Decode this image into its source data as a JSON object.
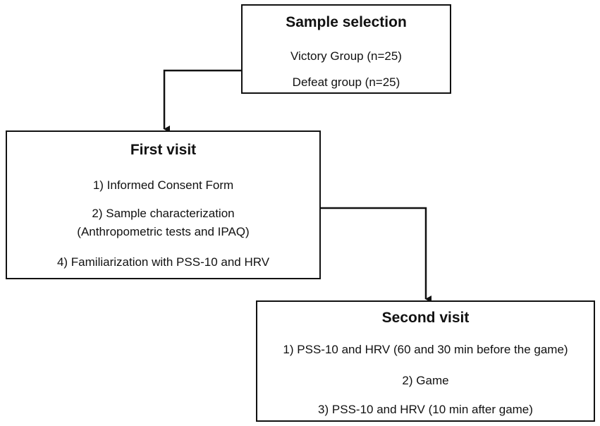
{
  "sample_selection": {
    "title": "Sample selection",
    "lines": [
      "Victory Group (n=25)",
      "Defeat group (n=25)"
    ]
  },
  "first_visit": {
    "title": "First visit",
    "lines": [
      "1) Informed Consent Form",
      "2) Sample characterization",
      "(Anthropometric tests and IPAQ)",
      "4) Familiarization with PSS-10 and HRV"
    ]
  },
  "second_visit": {
    "title": "Second visit",
    "lines": [
      "1) PSS-10 and HRV (60 and 30 min before the game)",
      "2) Game",
      "3) PSS-10 and HRV (10 min after game)"
    ]
  }
}
